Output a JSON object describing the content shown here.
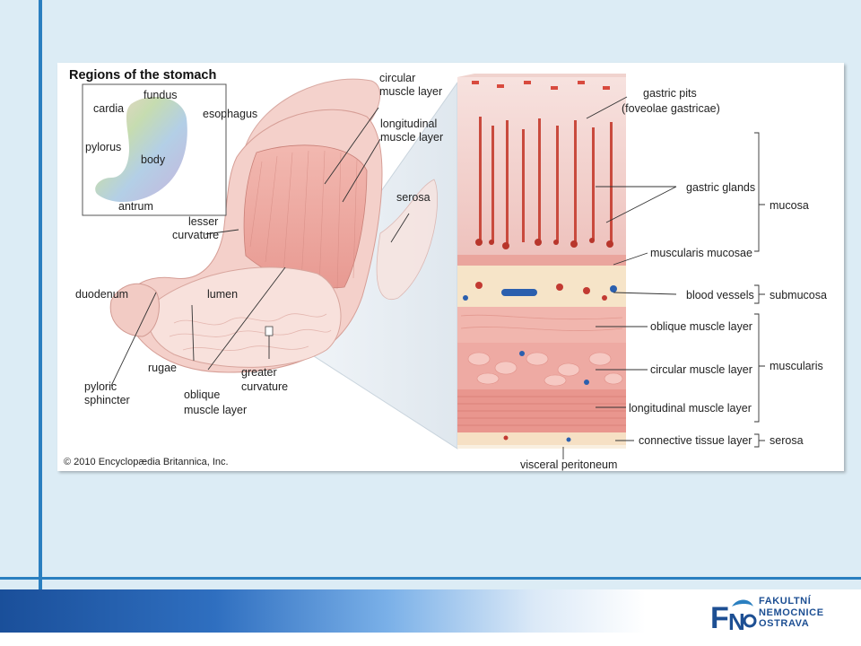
{
  "inset": {
    "title": "Regions of the stomach",
    "labels": {
      "fundus": "fundus",
      "cardia": "cardia",
      "pylorus": "pylorus",
      "body": "body",
      "antrum": "antrum"
    }
  },
  "stomach": {
    "esophagus": "esophagus",
    "circular_muscle_1": "circular",
    "circular_muscle_2": "muscle layer",
    "longitudinal_muscle_1": "longitudinal",
    "longitudinal_muscle_2": "muscle layer",
    "serosa": "serosa",
    "lesser_curvature_1": "lesser",
    "lesser_curvature_2": "curvature",
    "duodenum": "duodenum",
    "lumen": "lumen",
    "rugae": "rugae",
    "pyloric_sphincter_1": "pyloric",
    "pyloric_sphincter_2": "sphincter",
    "oblique_muscle_1": "oblique",
    "oblique_muscle_2": "muscle layer",
    "greater_curvature_1": "greater",
    "greater_curvature_2": "curvature"
  },
  "section": {
    "gastric_pits_1": "gastric pits",
    "gastric_pits_2": "(foveolae gastricae)",
    "gastric_glands": "gastric glands",
    "mucosa": "mucosa",
    "muscularis_mucosae": "muscularis mucosae",
    "blood_vessels": "blood vessels",
    "submucosa": "submucosa",
    "oblique_muscle_layer": "oblique muscle layer",
    "circular_muscle_layer": "circular muscle layer",
    "muscularis": "muscularis",
    "longitudinal_muscle_layer": "longitudinal muscle layer",
    "connective_tissue_layer": "connective tissue layer",
    "serosa": "serosa",
    "visceral_peritoneum": "visceral peritoneum"
  },
  "copyright": "© 2010 Encyclopædia Britannica, Inc.",
  "logo": {
    "line1": "FAKULTNÍ",
    "line2": "NEMOCNICE",
    "line3": "OSTRAVA",
    "brand_color": "#1d4f93"
  },
  "colors": {
    "accent": "#2a7fc0",
    "background": "#dcecf5"
  }
}
